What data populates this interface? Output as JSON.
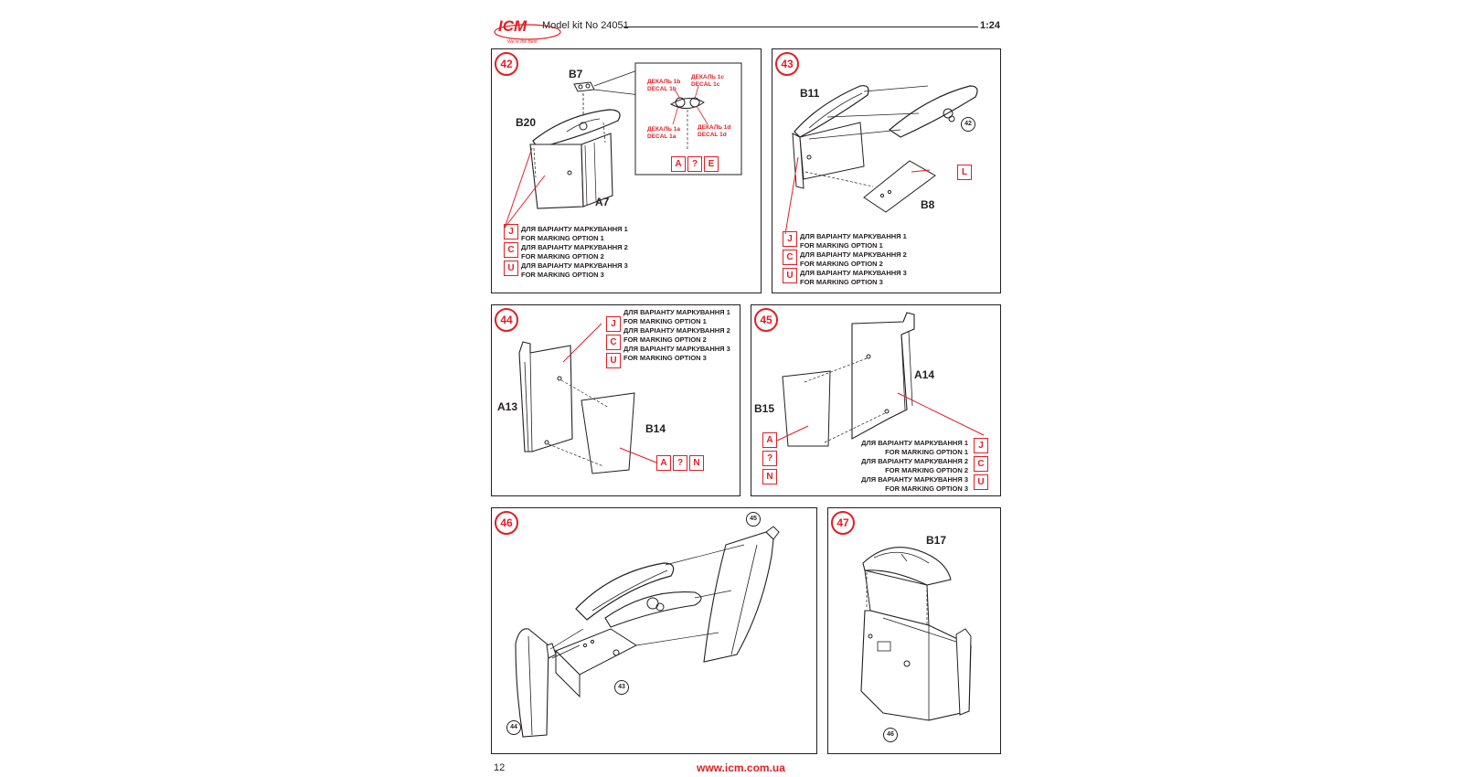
{
  "header": {
    "brand": "ICM",
    "tagline": "We're the Best",
    "kit": "Model kit No 24051",
    "scale": "1:24"
  },
  "footer": {
    "page": "12",
    "url": "www.icm.com.ua"
  },
  "options": {
    "ua1": "ДЛЯ ВАРІАНТУ МАРКУВАННЯ 1",
    "en1": "FOR MARKING OPTION 1",
    "ua2": "ДЛЯ ВАРІАНТУ МАРКУВАННЯ 2",
    "en2": "FOR MARKING OPTION 2",
    "ua3": "ДЛЯ ВАРІАНТУ МАРКУВАННЯ 3",
    "en3": "FOR MARKING OPTION 3"
  },
  "colors": {
    "accent": "#e31e24",
    "ink": "#231f20"
  },
  "s42": {
    "num": "42",
    "b7": "B7",
    "b20": "B20",
    "a7": "A7",
    "d1b": "ДЕКАЛЬ 1b",
    "d1b_en": "DECAL 1b",
    "d1c": "ДЕКАЛЬ 1c",
    "d1c_en": "DECAL 1c",
    "d1a": "ДЕКАЛЬ 1a",
    "d1a_en": "DECAL 1a",
    "d1d": "ДЕКАЛЬ 1d",
    "d1d_en": "DECAL 1d",
    "boxes": [
      "A",
      "?",
      "E"
    ],
    "marks": [
      "J",
      "C",
      "U"
    ]
  },
  "s43": {
    "num": "43",
    "b11": "B11",
    "b8": "B8",
    "ref": "42",
    "l": "L",
    "marks": [
      "J",
      "C",
      "U"
    ]
  },
  "s44": {
    "num": "44",
    "a13": "A13",
    "b14": "B14",
    "marks": [
      "J",
      "C",
      "U"
    ],
    "boxes": [
      "A",
      "?",
      "N"
    ]
  },
  "s45": {
    "num": "45",
    "a14": "A14",
    "b15": "B15",
    "boxes": [
      "A",
      "?",
      "N"
    ],
    "marks": [
      "J",
      "C",
      "U"
    ]
  },
  "s46": {
    "num": "46",
    "r45": "45",
    "r43": "43",
    "r44": "44"
  },
  "s47": {
    "num": "47",
    "b17": "B17",
    "r46": "46"
  }
}
